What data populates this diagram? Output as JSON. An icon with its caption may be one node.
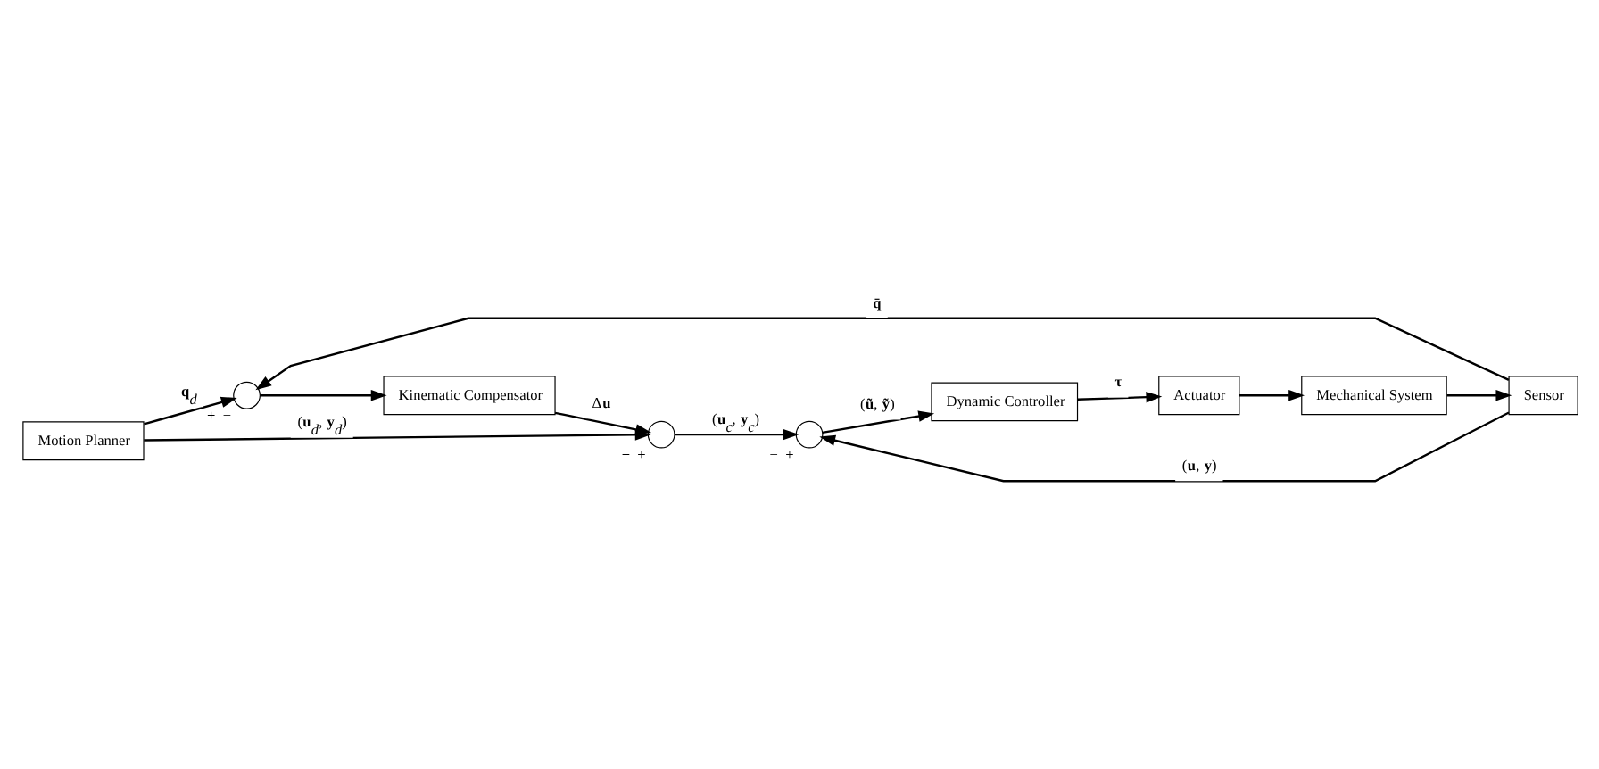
{
  "diagram": {
    "nodes": [
      {
        "text": [
          "Motion Planner"
        ]
      },
      {
        "text": [],
        "shape": "circle",
        "beside": [
          "+",
          "−"
        ]
      },
      {
        "text": [
          "Kinematic Compensator"
        ]
      },
      {
        "text": [],
        "shape": "circle",
        "beside": [
          "+",
          "+"
        ]
      },
      {
        "text": [],
        "shape": "circle",
        "beside": [
          "−",
          "+"
        ]
      },
      {
        "text": [
          "Dynamic Controller"
        ]
      },
      {
        "text": [
          "Actuator"
        ]
      },
      {
        "text": [
          "Mechanical System"
        ]
      },
      {
        "text": [
          "Sensor"
        ]
      }
    ],
    "edges": [
      {
        "from": 0,
        "to": 3,
        "arrow": "to",
        "label": "(**u**$_{d}$, **y**$_{d}$)"
      },
      {
        "from": 0,
        "to": 1,
        "arrow": "to",
        "label": "**q**$_{d}$"
      },
      {
        "from": 1,
        "to": 2,
        "arrow": "to"
      },
      {
        "from": 2,
        "to": 3,
        "arrow": "to",
        "label": "Δ**u**"
      },
      {
        "from": 3,
        "to": 4,
        "arrow": "to",
        "label": "(**u**$_{c}$, **y**$_{c}$)"
      },
      {
        "from": 4,
        "to": 5,
        "arrow": "to",
        "label": "(**ũ**, **ỹ**)"
      },
      {
        "from": 5,
        "to": 6,
        "arrow": "to",
        "label": "**τ**"
      },
      {
        "from": 6,
        "to": 7,
        "arrow": "to"
      },
      {
        "from": 7,
        "to": 8,
        "arrow": "to"
      },
      {
        "from": 8,
        "to": 4,
        "arrow": "to",
        "label": "(**u**, **y**)"
      },
      {
        "from": 8,
        "to": 1,
        "arrow": "to",
        "label": "**q̄**"
      }
    ]
  }
}
